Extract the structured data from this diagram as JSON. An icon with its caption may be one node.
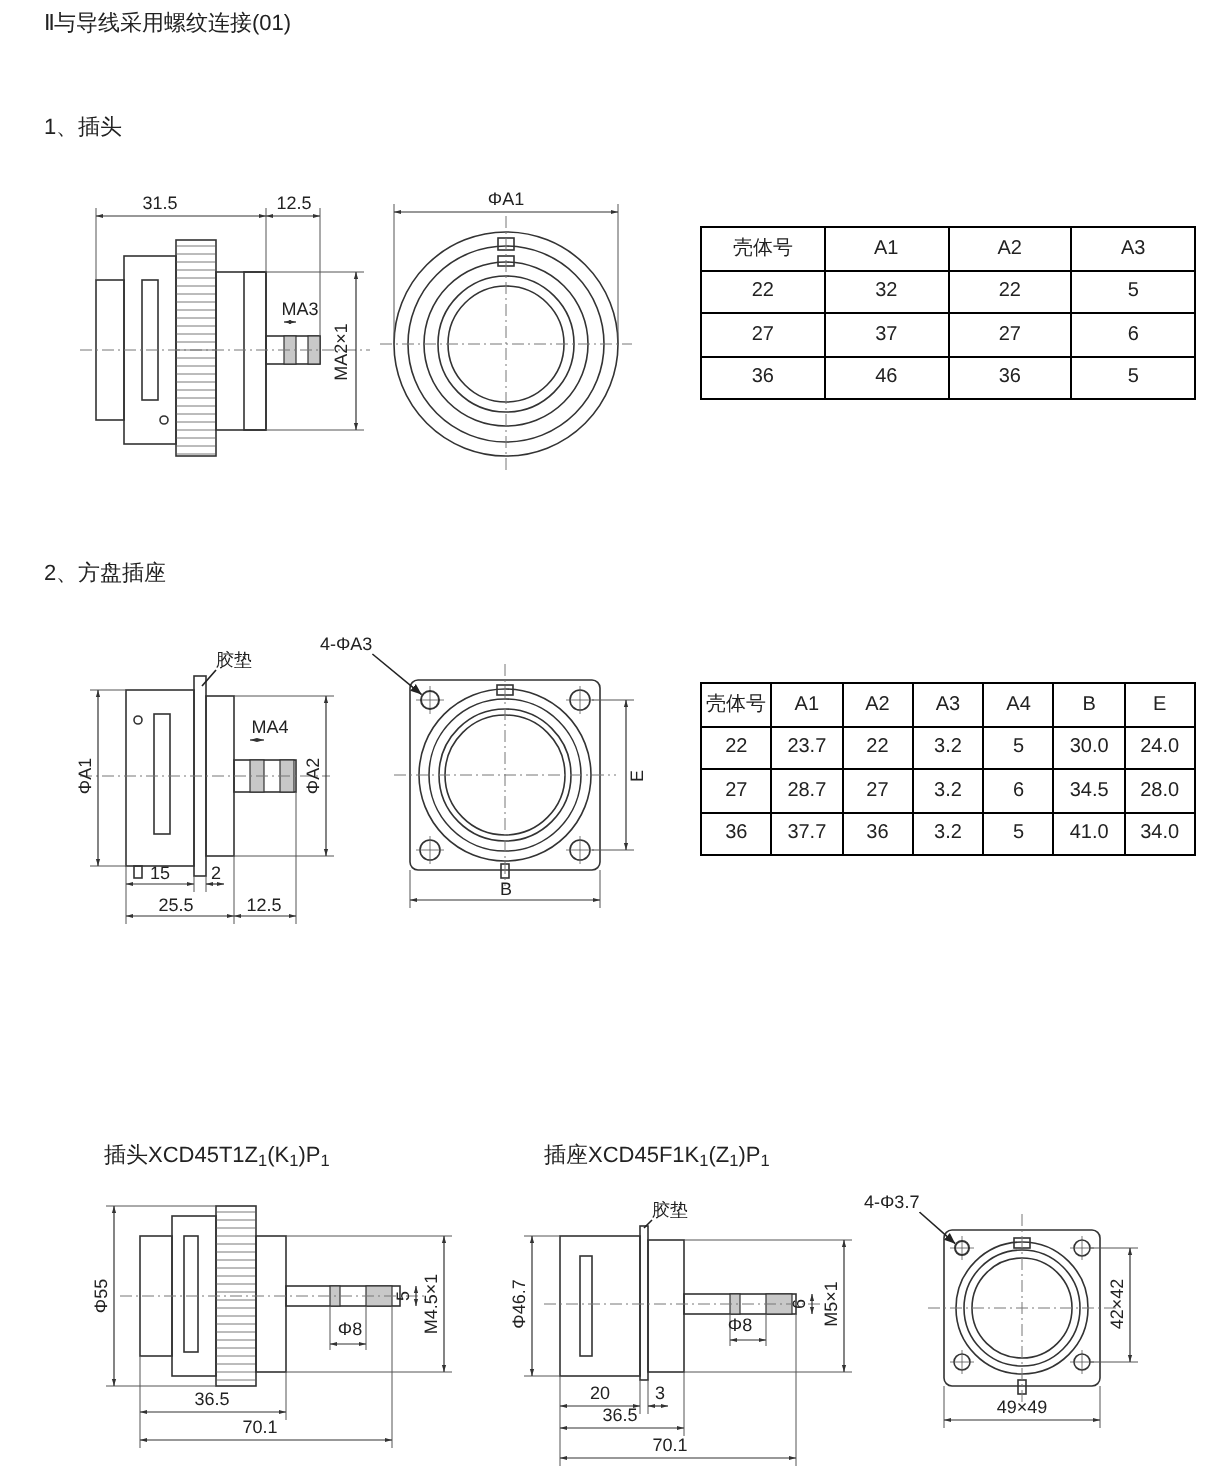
{
  "diagram": {
    "title": "Ⅱ与导线采用螺纹连接(01)",
    "nodes": [
      {
        "text": [
          "胶垫"
        ]
      },
      {
        "text": [
          "4-ΦA3"
        ]
      },
      {
        "text": [],
        "shape": "circle"
      },
      {
        "text": [
          "胶垫"
        ]
      },
      {
        "text": [
          "4-Φ3.7"
        ]
      },
      {
        "text": [],
        "shape": "circle"
      }
    ],
    "edges": [
      {
        "from": 0,
        "to": null,
        "arrow": "none"
      },
      {
        "from": 1,
        "to": 2,
        "arrow": "to"
      },
      {
        "from": 3,
        "to": null,
        "arrow": "none"
      },
      {
        "from": 4,
        "to": 5,
        "arrow": "to"
      }
    ],
    "labels": [
      "1、插头",
      "31.5",
      "12.5",
      "MA3",
      "MA2×1",
      "ΦA1",
      "壳体号",
      "A1",
      "A2",
      "A3",
      "22",
      "32",
      "22",
      "5",
      "27",
      "37",
      "27",
      "6",
      "36",
      "46",
      "36",
      "5",
      "2、方盘插座",
      "ΦA1",
      "MA4",
      "ΦA2",
      "15",
      "2",
      "25.5",
      "12.5",
      "B",
      "E",
      "壳体号",
      "A1",
      "A2",
      "A3",
      "A4",
      "B",
      "E",
      "22",
      "23.7",
      "22",
      "3.2",
      "5",
      "30.0",
      "24.0",
      "27",
      "28.7",
      "27",
      "3.2",
      "6",
      "34.5",
      "28.0",
      "36",
      "37.7",
      "36",
      "3.2",
      "5",
      "41.0",
      "34.0",
      "插头XCD45T1Z$_{1}$(K$_{1}$)P$_{1}$",
      "插座XCD45F1K$_{1}$(Z$_{1}$)P$_{1}$",
      "Φ55",
      "Φ8",
      "5",
      "M4.5×1",
      "36.5",
      "70.1",
      "Φ46.7",
      "Φ8",
      "6",
      "M5×1",
      "20",
      "3",
      "36.5",
      "70.1",
      "42×42",
      "49×49"
    ]
  }
}
